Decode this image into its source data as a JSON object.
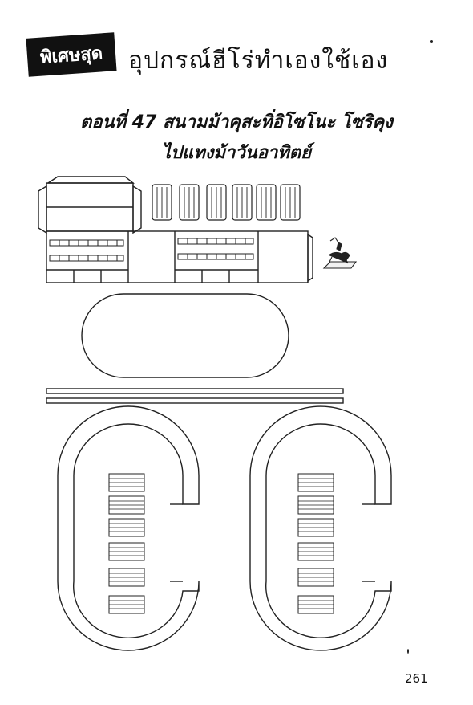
{
  "header": {
    "badge_label": "พิเศษสุด",
    "title": "อุปกรณ์ฮีโร่ทำเองใช้เอง"
  },
  "article": {
    "subtitle_line1": "ตอนที่ 47 สนามม้าคุสะทิ่อิโซโนะ โซริคุง",
    "subtitle_line2": "ไปแทงม้าวันอาทิตย์"
  },
  "footer": {
    "page_number": "261"
  },
  "icons": [
    "horse-rider-icon"
  ]
}
